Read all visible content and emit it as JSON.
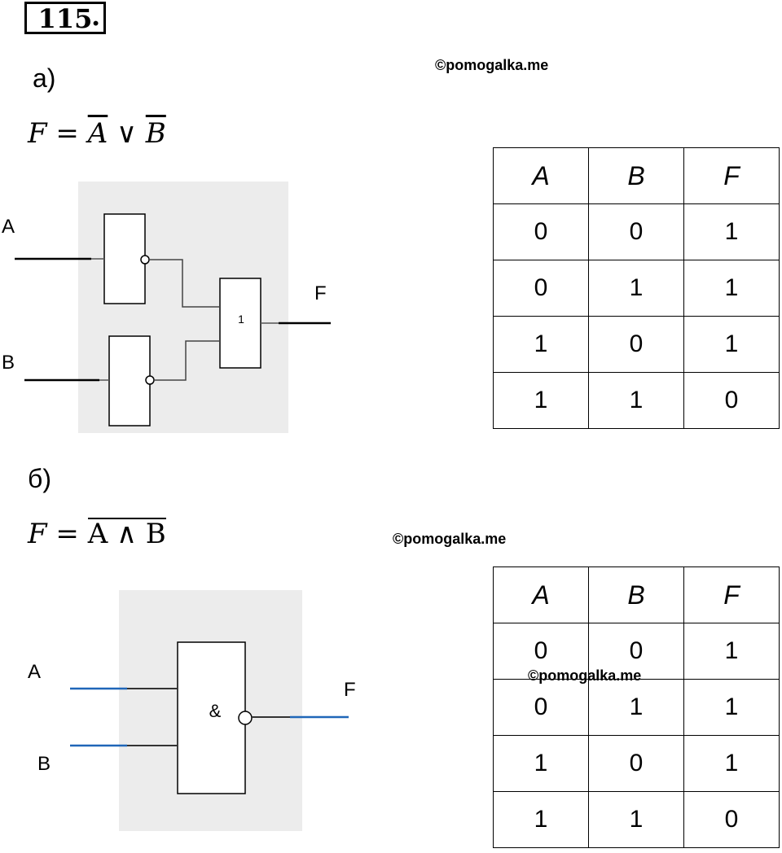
{
  "problem": {
    "number": "115",
    "dot": "."
  },
  "part_a": {
    "label": "а)",
    "formula": {
      "lhs": "F",
      "eq": "=",
      "a": "A",
      "op": "∨",
      "b": "B"
    },
    "diagram": {
      "input_a": "A",
      "input_b": "B",
      "output": "F",
      "or_gate_label": "1"
    },
    "table": {
      "headers": [
        "A",
        "B",
        "F"
      ],
      "rows": [
        [
          "0",
          "0",
          "1"
        ],
        [
          "0",
          "1",
          "1"
        ],
        [
          "1",
          "0",
          "1"
        ],
        [
          "1",
          "1",
          "0"
        ]
      ]
    }
  },
  "part_b": {
    "label": "б)",
    "formula": {
      "lhs": "F",
      "eq": "=",
      "expr": "A ∧ B"
    },
    "diagram": {
      "input_a": "A",
      "input_b": "B",
      "output": "F",
      "and_gate_label": "&"
    },
    "table": {
      "headers": [
        "A",
        "B",
        "F"
      ],
      "rows": [
        [
          "0",
          "0",
          "1"
        ],
        [
          "0",
          "1",
          "1"
        ],
        [
          "1",
          "0",
          "1"
        ],
        [
          "1",
          "1",
          "0"
        ]
      ]
    }
  },
  "watermarks": [
    "©pomogalka.me",
    "©pomogalka.me",
    "©pomogalka.me"
  ],
  "colors": {
    "gate_bg": "#ececec",
    "wire_blue": "#1f66b8",
    "line": "#000000"
  }
}
